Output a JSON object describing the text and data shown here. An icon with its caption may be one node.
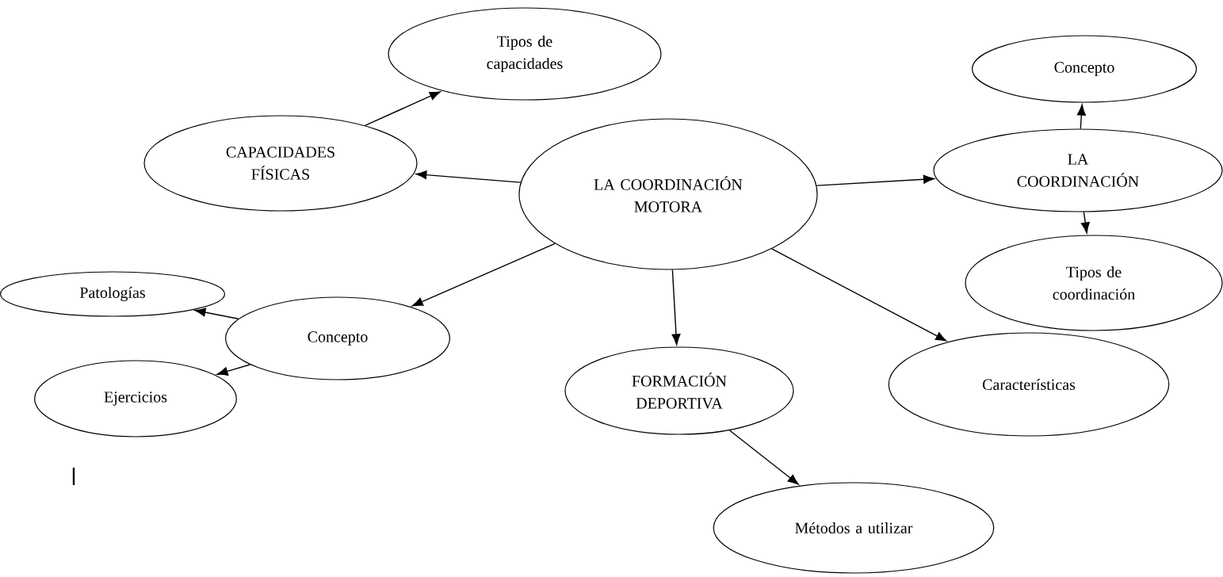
{
  "diagram": {
    "nodes": [
      {
        "text": [
          "LA COORDINACIÓN MOTORA"
        ]
      },
      {
        "text": [
          "CAPACIDADES FÍSICAS"
        ]
      },
      {
        "text": [
          "Tipos de capacidades"
        ]
      },
      {
        "text": [
          "Concepto"
        ]
      },
      {
        "text": [
          "LA COORDINACIÓN"
        ]
      },
      {
        "text": [
          "Tipos de coordinación"
        ]
      },
      {
        "text": [
          "Patologías"
        ]
      },
      {
        "text": [
          "Concepto"
        ]
      },
      {
        "text": [
          "Ejercicios"
        ]
      },
      {
        "text": [
          "FORMACIÓN DEPORTIVA"
        ]
      },
      {
        "text": [
          "Características"
        ]
      },
      {
        "text": [
          "Métodos a utilizar"
        ]
      }
    ],
    "edges": [
      {
        "from": 0,
        "to": 1,
        "arrow": "to"
      },
      {
        "from": 1,
        "to": 2,
        "arrow": "to"
      },
      {
        "from": 0,
        "to": 4,
        "arrow": "to"
      },
      {
        "from": 4,
        "to": 3,
        "arrow": "to"
      },
      {
        "from": 4,
        "to": 5,
        "arrow": "to"
      },
      {
        "from": 0,
        "to": 7,
        "arrow": "to"
      },
      {
        "from": 7,
        "to": 6,
        "arrow": "to"
      },
      {
        "from": 7,
        "to": 8,
        "arrow": "to"
      },
      {
        "from": 0,
        "to": 9,
        "arrow": "to"
      },
      {
        "from": 0,
        "to": 10,
        "arrow": "to"
      },
      {
        "from": 9,
        "to": 11,
        "arrow": "to"
      }
    ]
  }
}
